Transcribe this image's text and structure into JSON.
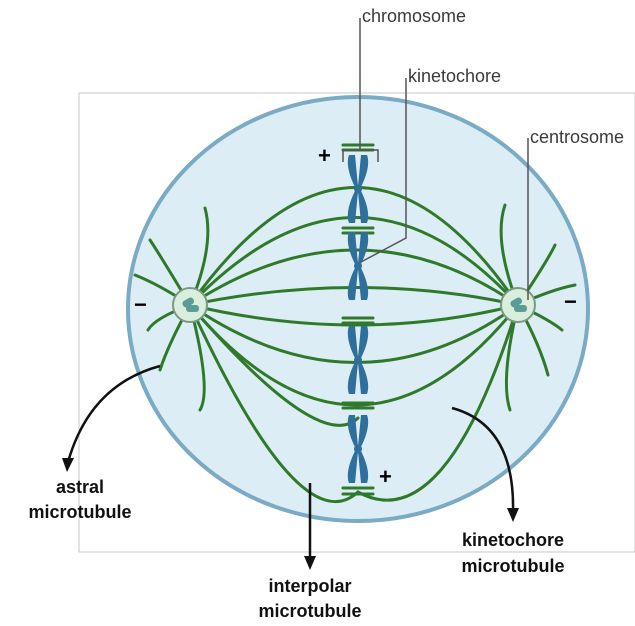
{
  "labels": {
    "chromosome": "chromosome",
    "kinetochore": "kinetochore",
    "centrosome": "centrosome",
    "astral_line1": "astral",
    "astral_line2": "microtubule",
    "interpolar_line1": "interpolar",
    "interpolar_line2": "microtubule",
    "kinetochore_mt_line1": "kinetochore",
    "kinetochore_mt_line2": "microtubule"
  },
  "signs": {
    "plus_top": "+",
    "plus_bottom": "+",
    "minus_left": "−",
    "minus_right": "−"
  },
  "colors": {
    "cell_fill": "#dcedf5",
    "cell_border": "#7aaac4",
    "microtubule": "#2f7a2a",
    "chromosome": "#2e6f9b",
    "centrosome_fill": "#d9eedd",
    "centrosome_core": "#5c9c96",
    "label_line": "#555555"
  }
}
